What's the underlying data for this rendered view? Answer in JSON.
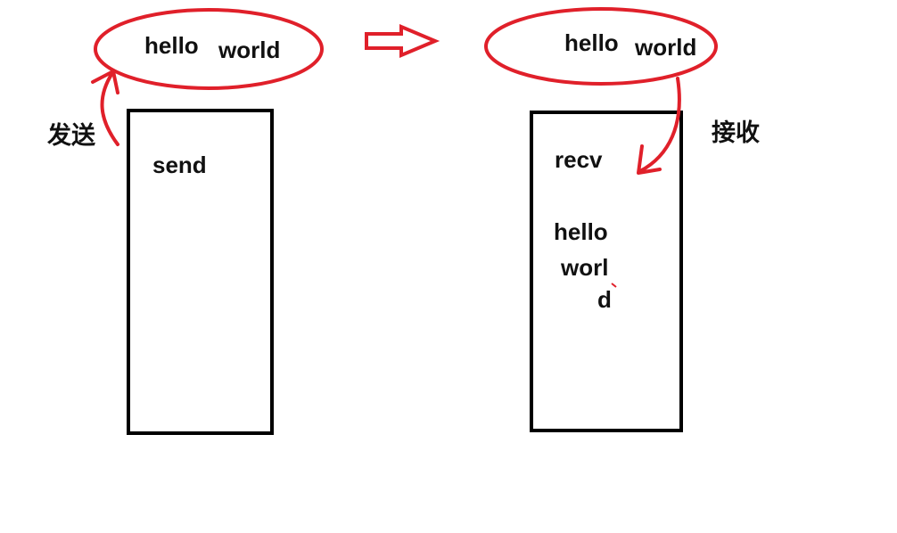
{
  "sender": {
    "box_label": "send",
    "action_label": "发送",
    "message": {
      "word1": "hello",
      "word2": "world"
    }
  },
  "receiver": {
    "box_label": "recv",
    "action_label": "接收",
    "message": {
      "word1": "hello",
      "word2": "world"
    },
    "buffer_lines": [
      "hello",
      "worl",
      "d"
    ]
  },
  "colors": {
    "accent": "#e0202a",
    "outline": "#000000"
  }
}
